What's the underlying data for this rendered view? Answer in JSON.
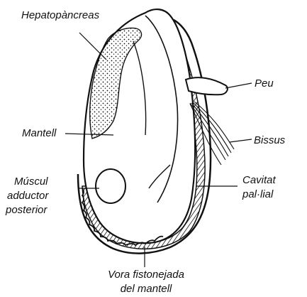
{
  "figure": {
    "labels": {
      "hepatopancreas": "Hepatopàncreas",
      "peu": "Peu",
      "bissus": "Bissus",
      "mantell": "Mantell",
      "cavitat_line1": "Cavitat",
      "cavitat_line2": "pal·lial",
      "muscul_line1": "Múscul",
      "muscul_line2": "adductor",
      "muscul_line3": "posterior",
      "vora_line1": "Vora fistonejada",
      "vora_line2": "del mantell"
    },
    "colors": {
      "ink": "#111111",
      "background": "#ffffff"
    }
  }
}
